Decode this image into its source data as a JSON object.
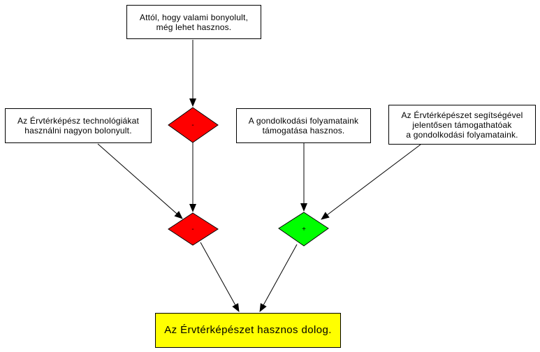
{
  "nodes": {
    "claim_complex_useful": {
      "text": "Attól, hogy valami bonyolult,\nmég lehet hasznos."
    },
    "claim_too_complex": {
      "text": "Az Érvtérképész technológiákat\nhasználni nagyon bolonyult."
    },
    "claim_support_useful": {
      "text": "A gondolkodási folyamataink\ntámogatása hasznos."
    },
    "claim_mapping_supports": {
      "text": "Az Érvtérképészet segítségével\njelentősen támogathatóak\na gondolkodási folyamataink."
    },
    "conclusion": {
      "text": "Az Érvtérképészet hasznos dolog."
    }
  },
  "connectors": {
    "upper_objection": {
      "symbol": "-",
      "color": "#ff0000"
    },
    "lower_objection": {
      "symbol": "-",
      "color": "#ff0000"
    },
    "support": {
      "symbol": "+",
      "color": "#00ff00"
    }
  },
  "colors": {
    "conclusion_fill": "#ffff00",
    "box_fill": "#ffffff",
    "line": "#000000"
  }
}
